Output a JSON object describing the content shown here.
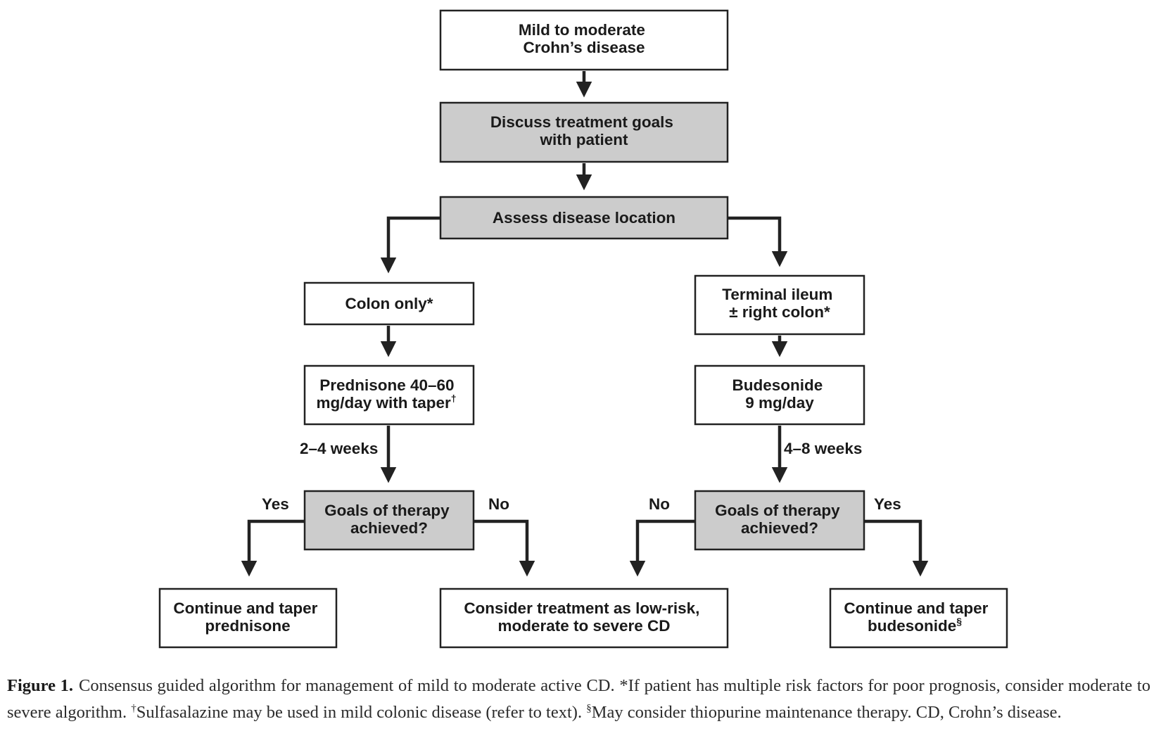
{
  "diagram": {
    "nodes": {
      "start": {
        "lines": [
          "Mild to moderate",
          "Crohn’s disease"
        ]
      },
      "discuss": {
        "lines": [
          "Discuss treatment goals",
          "with patient"
        ]
      },
      "assess": {
        "lines": [
          "Assess disease location"
        ]
      },
      "colon": {
        "lines": [
          "Colon only*"
        ]
      },
      "ileum": {
        "lines": [
          "Terminal ileum",
          "± right colon*"
        ]
      },
      "prednisone": {
        "lines": [
          "Prednisone 40–60",
          "mg/day with taper"
        ],
        "sup": "†"
      },
      "budesonide": {
        "lines": [
          "Budesonide",
          "9 mg/day"
        ]
      },
      "goals_left": {
        "lines": [
          "Goals of therapy",
          "achieved?"
        ]
      },
      "goals_right": {
        "lines": [
          "Goals of therapy",
          "achieved?"
        ]
      },
      "taper_prednisone": {
        "lines": [
          "Continue and taper",
          "prednisone"
        ]
      },
      "consider": {
        "lines": [
          "Consider treatment as low-risk,",
          "moderate to severe CD"
        ]
      },
      "taper_budesonide": {
        "lines": [
          "Continue and taper",
          "budesonide"
        ],
        "sup": "§"
      }
    },
    "edge_labels": {
      "weeks_left": "2–4 weeks",
      "weeks_right": "4–8 weeks",
      "yes_left": "Yes",
      "no_left": "No",
      "no_right": "No",
      "yes_right": "Yes"
    }
  },
  "caption": {
    "label": "Figure 1.",
    "part1": "Consensus guided algorithm for management of mild to moderate active CD. *If patient has multiple risk factors for poor prognosis, consider moderate to severe algorithm. ",
    "dagger": "†",
    "part2": "Sulfasalazine may be used in mild colonic disease (refer to text). ",
    "section": "§",
    "part3": "May consider thiopurine maintenance therapy. CD, Crohn’s disease."
  },
  "colors": {
    "shaded_box": "#cccccc",
    "plain_box": "#ffffff",
    "stroke": "#222222"
  }
}
